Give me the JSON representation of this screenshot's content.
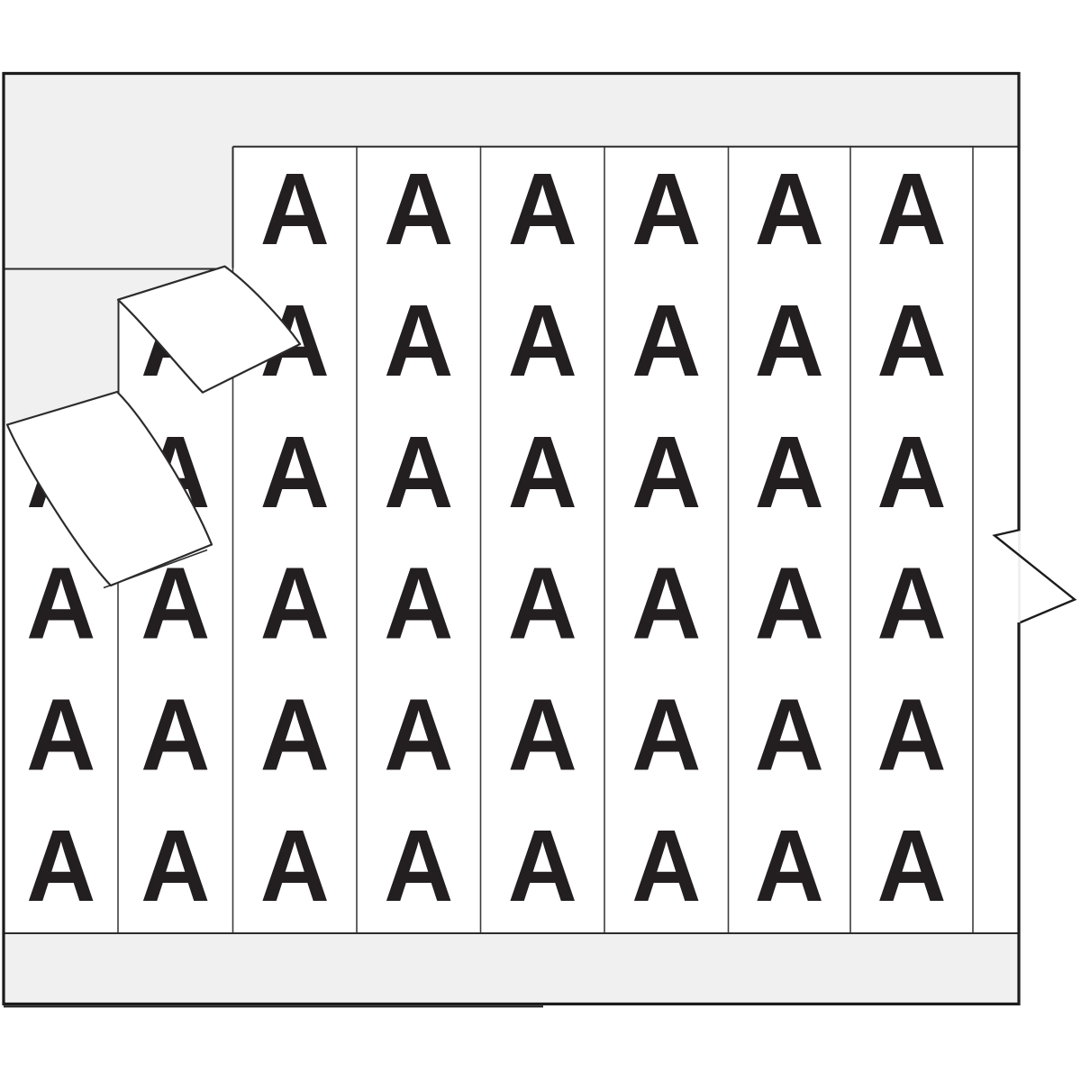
{
  "product_image": {
    "marker_letter": "A",
    "grid": {
      "columns": 8,
      "rows": 6,
      "visible_letter_count": 45,
      "missing_cells": [
        {
          "col": 1,
          "row": 1
        },
        {
          "col": 2,
          "row": 1
        },
        {
          "col": 1,
          "row": 2
        }
      ]
    },
    "peeled_labels_count": 2,
    "colors": {
      "card_fill": "#f0f0f0",
      "label_fill": "#ffffff",
      "letter": "#231f20",
      "outline": "#1c1c1c",
      "divider": "#3d3d3d"
    }
  }
}
